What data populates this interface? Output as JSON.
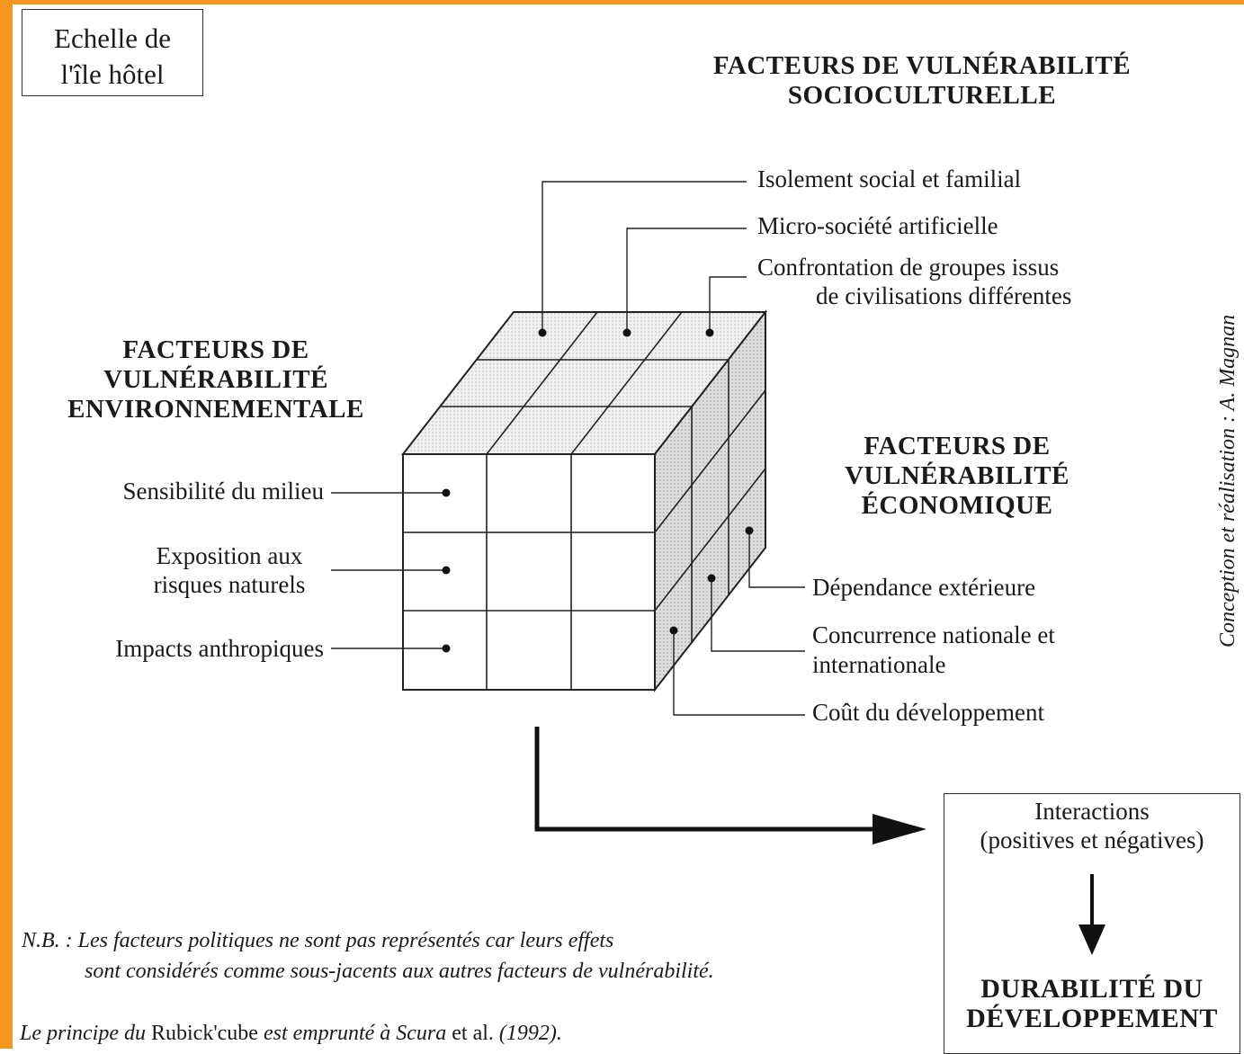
{
  "scale_box": {
    "line1": "Echelle de",
    "line2": "l'île hôtel"
  },
  "headings": {
    "socio": [
      "FACTEURS DE VULNÉRABILITÉ",
      "SOCIOCULTURELLE"
    ],
    "environ": [
      "FACTEURS DE",
      "VULNÉRABILITÉ",
      "ENVIRONNEMENTALE"
    ],
    "eco": [
      "FACTEURS DE",
      "VULNÉRABILITÉ",
      "ÉCONOMIQUE"
    ]
  },
  "socio_factors": {
    "isolement": "Isolement social et familial",
    "micro": "Micro-société artificielle",
    "confrontation_l1": "Confrontation de groupes issus",
    "confrontation_l2": "de civilisations différentes"
  },
  "env_factors": {
    "sensibilite": "Sensibilité du milieu",
    "exposition_l1": "Exposition aux",
    "exposition_l2": "risques naturels",
    "impacts": "Impacts anthropiques"
  },
  "eco_factors": {
    "dependance": "Dépendance extérieure",
    "concurrence_l1": "Concurrence nationale et",
    "concurrence_l2": "internationale",
    "cout": "Coût du développement"
  },
  "outcome": {
    "interactions_l1": "Interactions",
    "interactions_l2": "(positives et négatives)",
    "durabilite_l1": "DURABILITÉ DU",
    "durabilite_l2": "DÉVELOPPEMENT"
  },
  "notes": {
    "nb_l1": "N.B. : Les facteurs politiques ne sont pas représentés car leurs effets",
    "nb_l2": "sont considérés comme sous-jacents aux autres facteurs de vulnérabilité.",
    "principle_a": "Le principe du",
    "principle_b": "Rubick'cube",
    "principle_c": "est emprunté à",
    "principle_d": "Scura",
    "principle_e": "et al.",
    "principle_f": "(1992)."
  },
  "credit": "Conception et réalisation : A. Magnan",
  "colors": {
    "frame": "#f5961e",
    "ink": "#1a1a1a",
    "shade_top": "#ececec",
    "shade_side": "#d6d6d6"
  }
}
